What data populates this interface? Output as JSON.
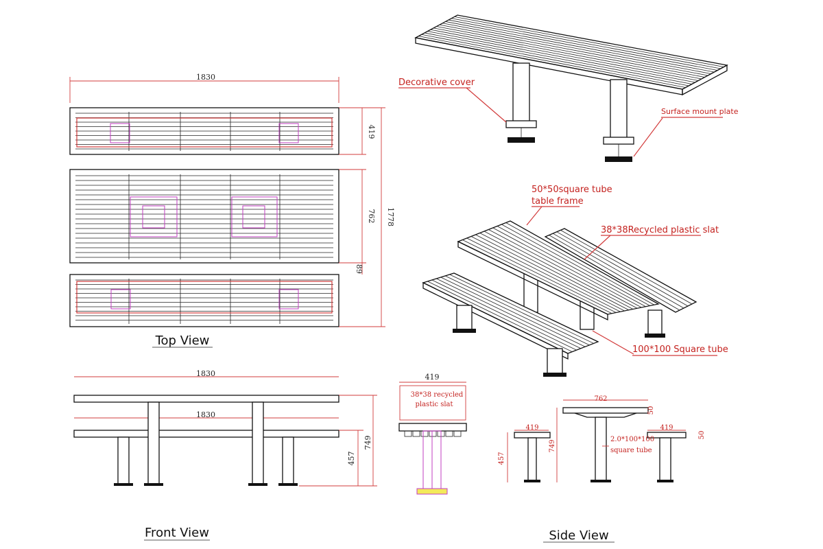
{
  "views": {
    "top_view": "Top View",
    "front_view": "Front View",
    "side_view": "Side View"
  },
  "top_dims": {
    "overall_length": "1830",
    "seat_depth_top": "419",
    "table_depth": "762",
    "gap": "89",
    "overall_width": "1778"
  },
  "front_dims": {
    "table_length": "1830",
    "seat_length": "1830",
    "seat_height": "457",
    "table_height": "749"
  },
  "section_dims": {
    "width": "419",
    "note_line1": "38*38 recycled",
    "note_line2": "plastic slat"
  },
  "side_dims": {
    "table_width": "762",
    "seat_left": "419",
    "seat_right": "419",
    "seat_height": "457",
    "table_height": "749",
    "table_thick": "50",
    "seat_thick": "50",
    "tube_line1": "2.0*100*100",
    "tube_line2": "square tube"
  },
  "callouts": {
    "decorative_cover": "Decorative cover",
    "surface_mount_plate": "Surface mount plate",
    "frame_line1": "50*50square tube",
    "frame_line2": "table frame",
    "slat": "38*38Recycled plastic slat",
    "square_tube": "100*100 Square tube"
  },
  "colors": {
    "dimension": "#d23b3b",
    "hardware": "#c23cc2",
    "callout_text": "#c4221f",
    "line": "#111111"
  }
}
